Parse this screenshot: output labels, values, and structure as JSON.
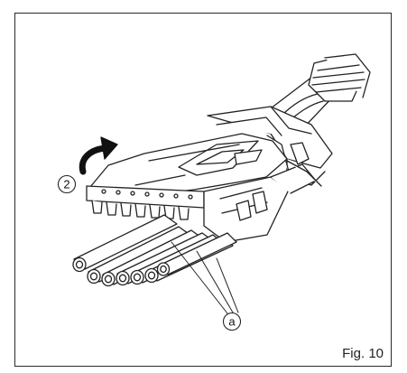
{
  "figure": {
    "label": "Fig. 10",
    "callouts": {
      "step": "2",
      "part": "a"
    }
  }
}
